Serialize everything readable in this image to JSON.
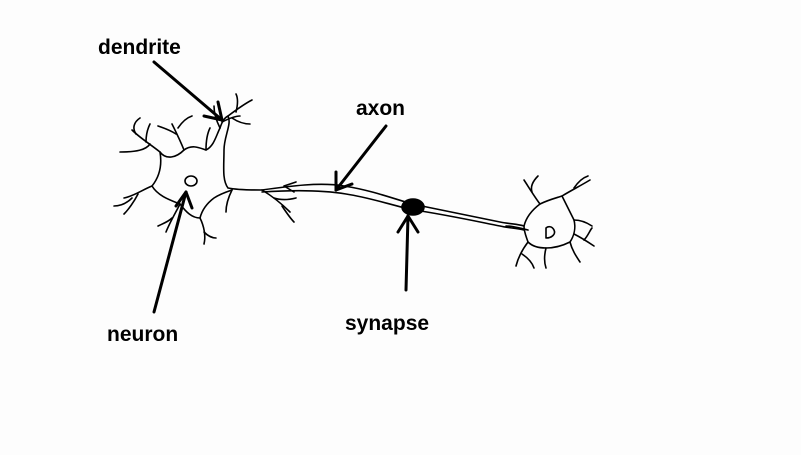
{
  "diagram": {
    "labels": {
      "dendrite": "dendrite",
      "axon": "axon",
      "neuron": "neuron",
      "synapse": "synapse"
    },
    "colors": {
      "background": "#fdfdfd",
      "ink": "#000000"
    }
  }
}
